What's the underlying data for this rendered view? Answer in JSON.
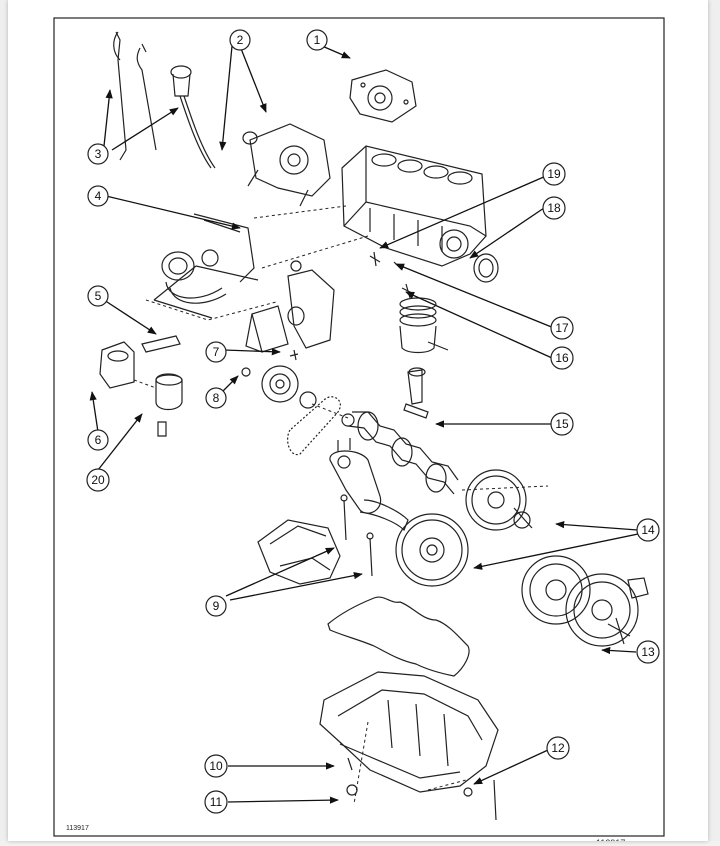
{
  "diagram": {
    "figure_id": "113917",
    "footer_id_clipped": "113917",
    "callouts": [
      "1",
      "2",
      "3",
      "4",
      "5",
      "6",
      "7",
      "8",
      "9",
      "10",
      "11",
      "12",
      "13",
      "14",
      "15",
      "16",
      "17",
      "18",
      "19",
      "20"
    ]
  },
  "colors": {
    "line": "#222222",
    "page": "#ffffff",
    "viewer": "#efefef"
  }
}
